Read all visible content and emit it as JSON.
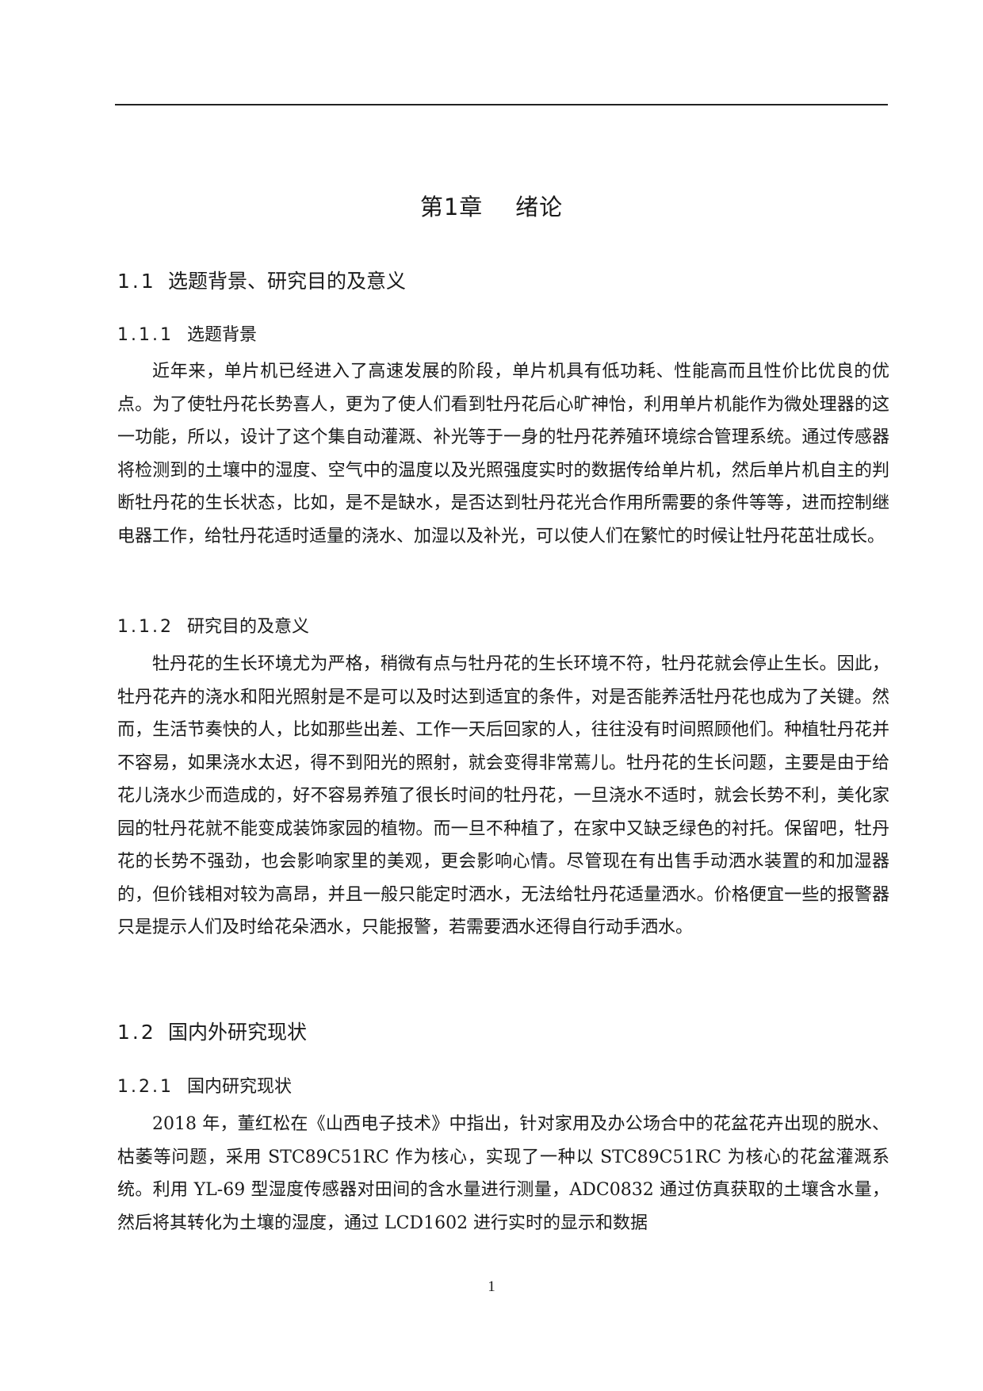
{
  "chapter_title": "第1章    绪论",
  "sections": {
    "s1_1": {
      "number": "1.1",
      "title": "选题背景、研究目的及意义"
    },
    "s1_1_1": {
      "number": "1.1.1",
      "title": "选题背景"
    },
    "s1_1_2": {
      "number": "1.1.2",
      "title": "研究目的及意义"
    },
    "s1_2": {
      "number": "1.2",
      "title": "国内外研究现状"
    },
    "s1_2_1": {
      "number": "1.2.1",
      "title": "国内研究现状"
    }
  },
  "paragraphs": {
    "p1": "近年来，单片机已经进入了高速发展的阶段，单片机具有低功耗、性能高而且性价比优良的优点。为了使牡丹花长势喜人，更为了使人们看到牡丹花后心旷神怡，利用单片机能作为微处理器的这一功能，所以，设计了这个集自动灌溉、补光等于一身的牡丹花养殖环境综合管理系统。通过传感器将检测到的土壤中的湿度、空气中的温度以及光照强度实时的数据传给单片机，然后单片机自主的判断牡丹花的生长状态，比如，是不是缺水，是否达到牡丹花光合作用所需要的条件等等，进而控制继电器工作，给牡丹花适时适量的浇水、加湿以及补光，可以使人们在繁忙的时候让牡丹花茁壮成长。",
    "p2": "牡丹花的生长环境尤为严格，稍微有点与牡丹花的生长环境不符，牡丹花就会停止生长。因此，牡丹花卉的浇水和阳光照射是不是可以及时达到适宜的条件，对是否能养活牡丹花也成为了关键。然而，生活节奏快的人，比如那些出差、工作一天后回家的人，往往没有时间照顾他们。种植牡丹花并不容易，如果浇水太迟，得不到阳光的照射，就会变得非常蔫儿。牡丹花的生长问题，主要是由于给花儿浇水少而造成的，好不容易养殖了很长时间的牡丹花，一旦浇水不适时，就会长势不利，美化家园的牡丹花就不能变成装饰家园的植物。而一旦不种植了，在家中又缺乏绿色的衬托。保留吧，牡丹花的长势不强劲，也会影响家里的美观，更会影响心情。尽管现在有出售手动洒水装置的和加湿器的，但价钱相对较为高昂，并且一般只能定时洒水，无法给牡丹花适量洒水。价格便宜一些的报警器只是提示人们及时给花朵洒水，只能报警，若需要洒水还得自行动手洒水。",
    "p3": "2018 年，董红松在《山西电子技术》中指出，针对家用及办公场合中的花盆花卉出现的脱水、枯萎等问题，采用 STC89C51RC 作为核心，实现了一种以 STC89C51RC 为核心的花盆灌溉系统。利用 YL-69 型湿度传感器对田间的含水量进行测量，ADC0832 通过仿真获取的土壤含水量，然后将其转化为土壤的湿度，通过 LCD1602 进行实时的显示和数据"
  },
  "page_number": "1"
}
